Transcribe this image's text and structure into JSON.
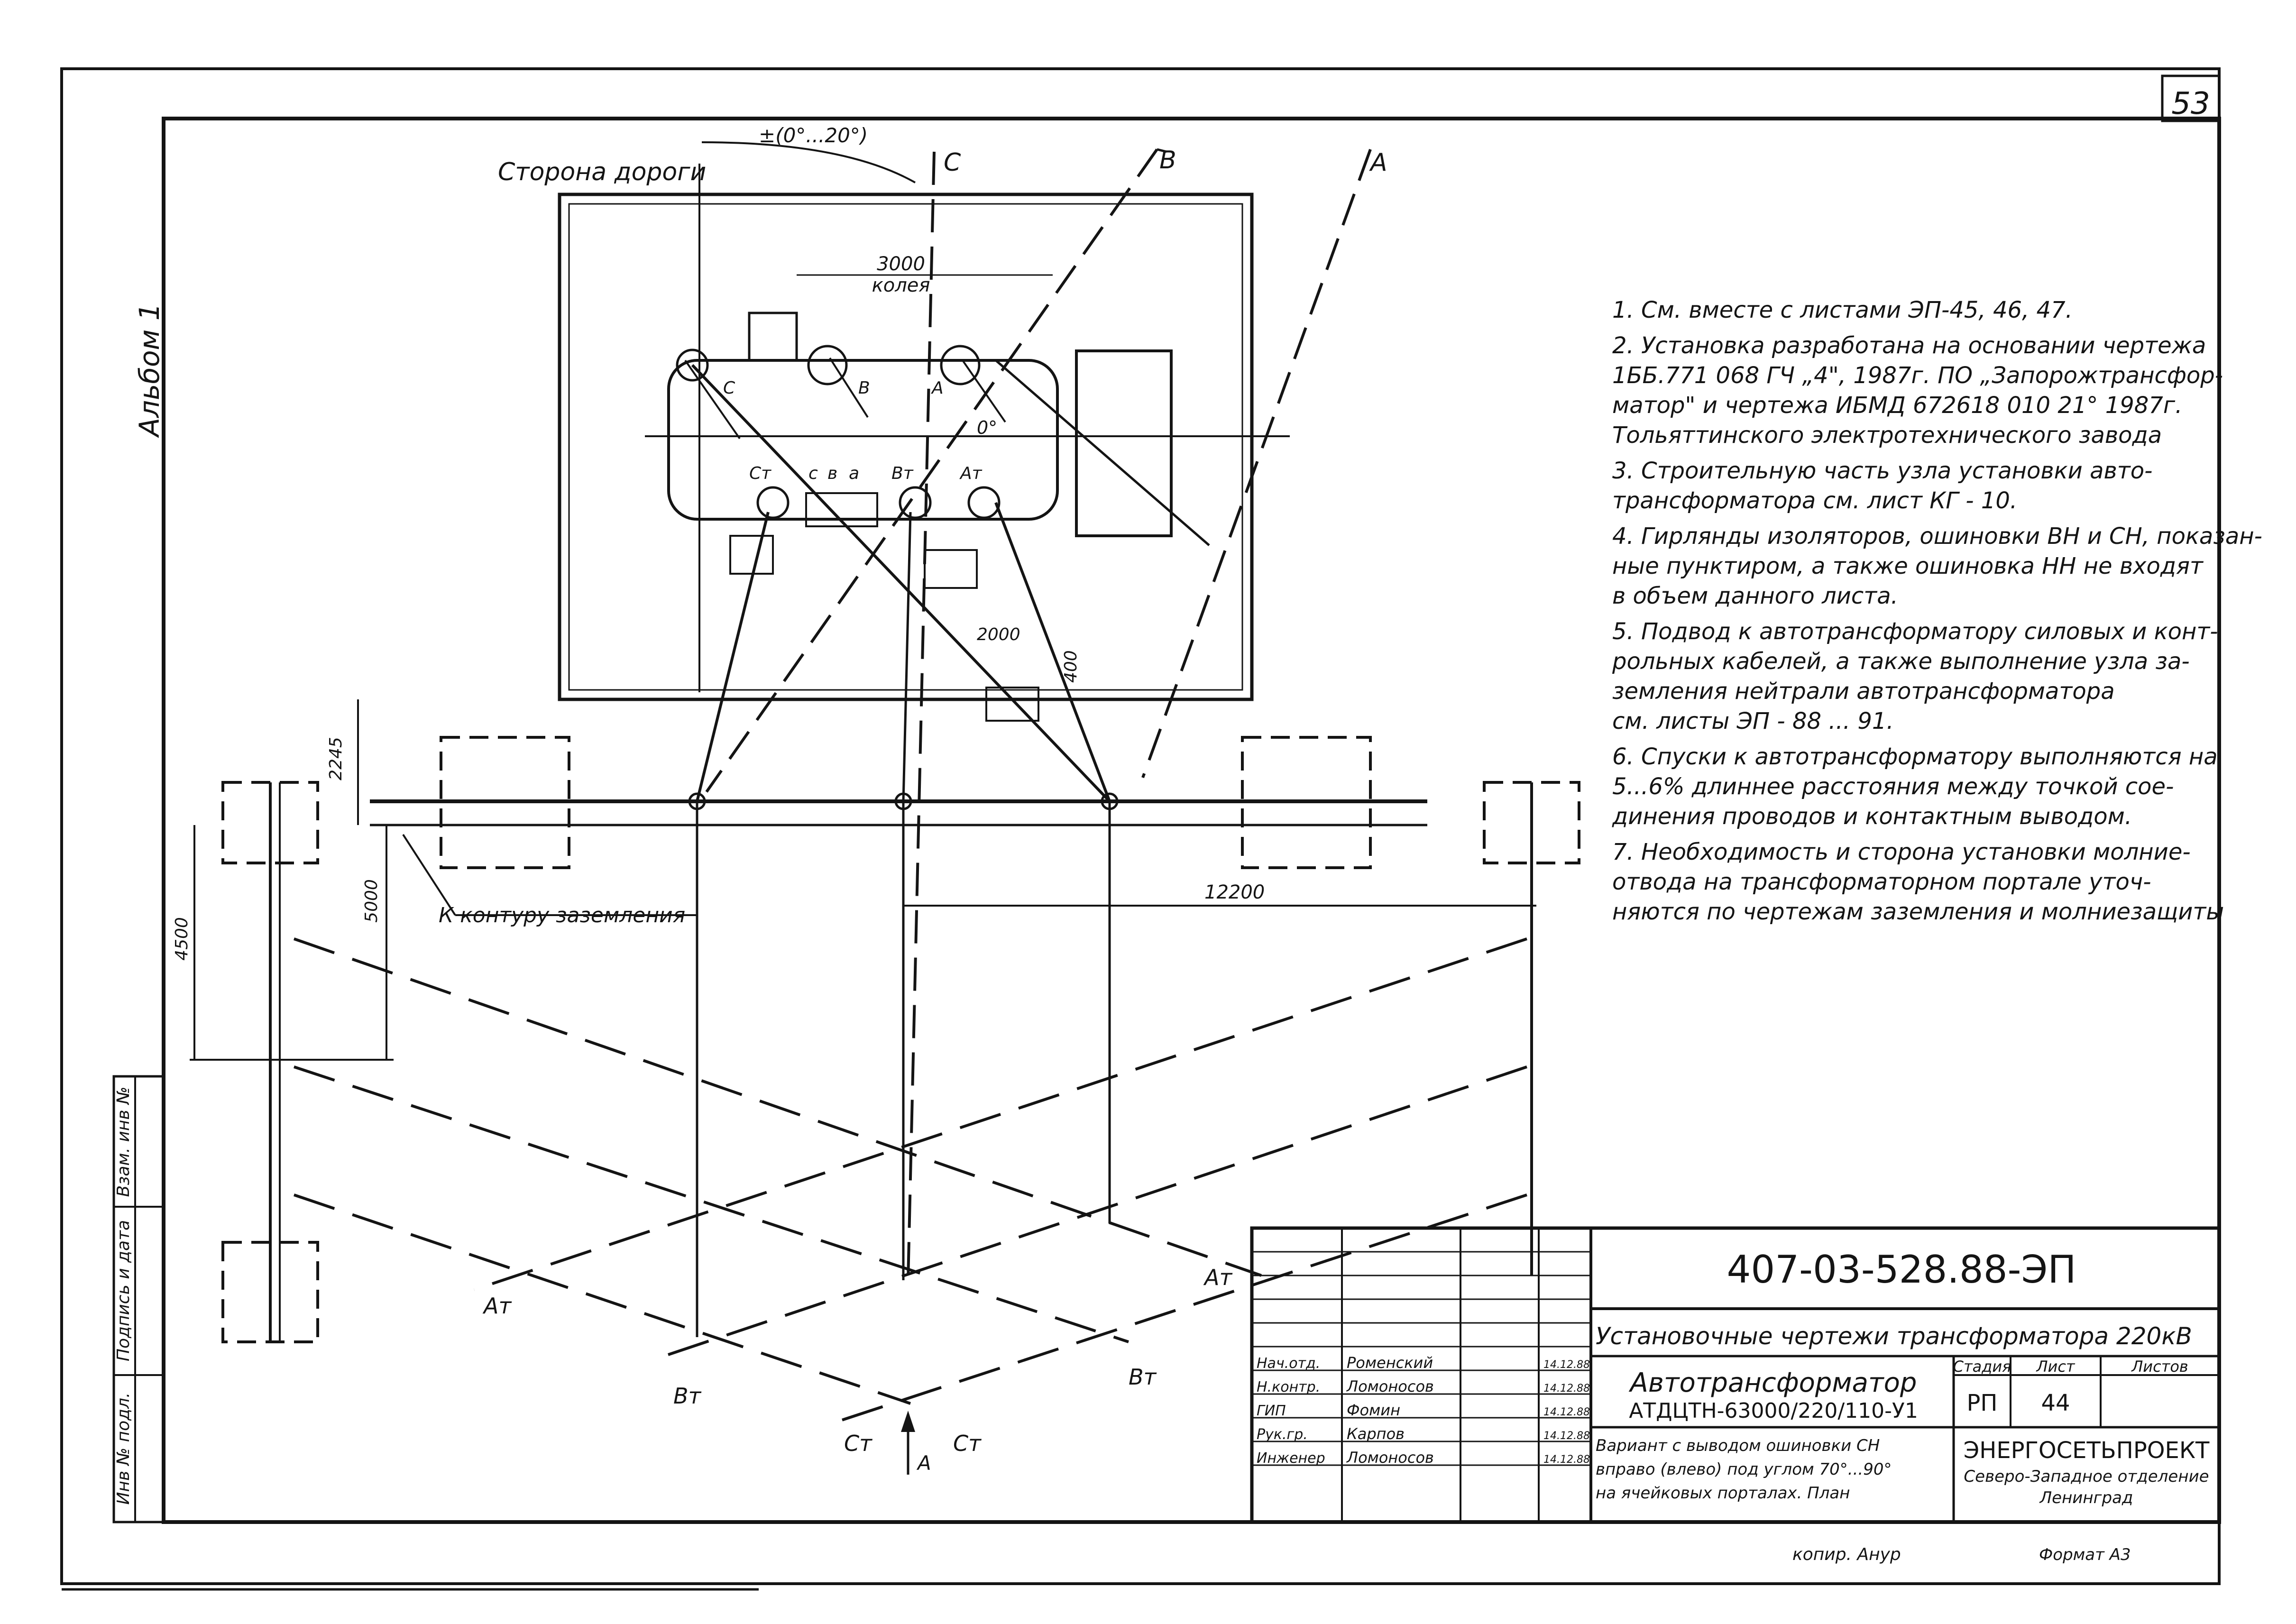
{
  "sheet": {
    "page_number": "53",
    "album_label": "Альбом 1",
    "copy_mark": "копир. Анур",
    "format_mark": "Формат А3"
  },
  "plan": {
    "road_side_label": "Сторона дороги",
    "angle_label": "±(0°...20°)",
    "phase_axis_labels": [
      "C",
      "B",
      "A"
    ],
    "gauge_label_value": "3000",
    "gauge_label_text": "колея",
    "zero_label": "0°",
    "bushing_labels_top": [
      "C",
      "B",
      "A"
    ],
    "bushing_labels_bottom": [
      "Cт",
      "c",
      "в",
      "a",
      "Bт",
      "Aт"
    ],
    "dim_2000": "2000",
    "dim_400": "400",
    "dim_2245": "2245",
    "dim_5000": "5000",
    "dim_4500": "4500",
    "dim_12200": "12200",
    "ground_label": "К контуру заземления",
    "phase_line_labels": [
      "Aт",
      "Aт",
      "Bт",
      "Bт",
      "Cт",
      "Cт"
    ],
    "north_arrow_label": "A"
  },
  "notes": [
    "1. См. вместе с листами ЭП-45, 46, 47.",
    "2. Установка разработана на основании чертежа 1ББ.771 068 ГЧ „4\", 1987г. ПО „Запорожтрансформатор\" и чертежа ИБМД 672618 010 21° 1987г. Тольяттинского электротехнического завода",
    "3. Строительную часть узла установки автотрансформатора см. лист КГ - 10.",
    "4. Гирлянды изоляторов, ошиновки ВН и СН, показанные пунктиром, а также ошиновка НН не входят в объем данного листа.",
    "5. Подвод к автотрансформатору силовых и контрольных кабелей, а также выполнение узла заземления нейтрали автотрансформатора см. листы ЭП - 88 ... 91.",
    "6. Спуски к автотрансформатору выполняются на 5...6% длиннее расстояния между точкой соединения проводов и контактным выводом.",
    "7. Необходимость и сторона установки молниеотвода на трансформаторном портале уточняются по чертежам заземления и молниезащиты"
  ],
  "side_stamp": [
    "Инв № подл.",
    "Подпись и дата",
    "Взам. инв №"
  ],
  "title_block": {
    "doc_code": "407-03-528.88-ЭП",
    "project_title": "Установочные чертежи трансформатора 220кВ",
    "roles": [
      "Нач.отд.",
      "Н.контр.",
      "ГИП",
      "Рук.гр.",
      "Инженер"
    ],
    "names": [
      "Роменский",
      "Ломоносов",
      "Фомин",
      "Карпов",
      "Ломоносов"
    ],
    "dates": [
      "14.12.88",
      "14.12.88",
      "14.12.88",
      "14.12.88",
      "14.12.88"
    ],
    "sheet_title_1": "Автотрансформатор",
    "sheet_title_2": "АТДЦТН-63000/220/110-У1",
    "description": "Вариант с выводом ошиновки СН вправо (влево) под углом 70°...90° на ячейковых порталах. План",
    "stage_header": "Стадия",
    "sheet_header": "Лист",
    "sheets_header": "Листов",
    "stage": "РП",
    "sheet": "44",
    "sheets": "",
    "org_name": "ЭНЕРГОСЕТЬПРОЕКТ",
    "org_branch": "Северо-Западное отделение",
    "org_city": "Ленинград"
  }
}
